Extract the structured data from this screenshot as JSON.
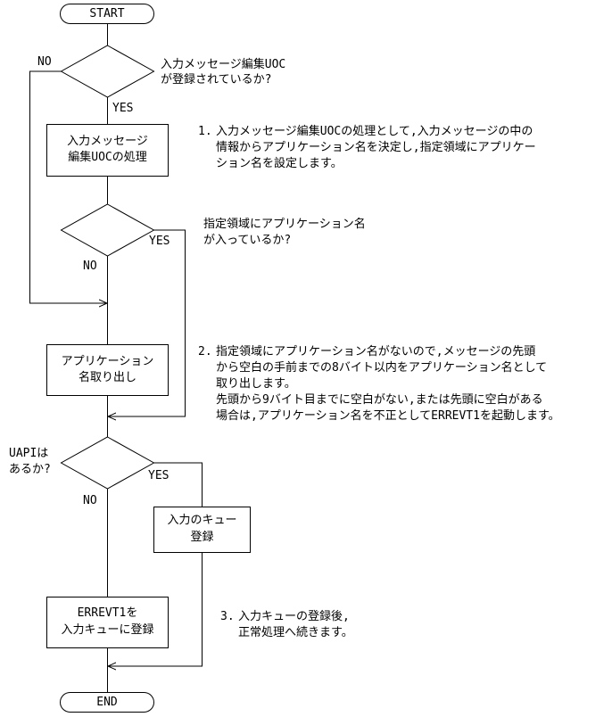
{
  "terminals": {
    "start": "START",
    "end": "END"
  },
  "decisions": {
    "uoc_registered": {
      "question": [
        "入力メッセージ編集UOC",
        "が登録されているか?"
      ],
      "no": "NO",
      "yes": "YES"
    },
    "appname_set": {
      "question": [
        "指定領域にアプリケーション名",
        "が入っているか?"
      ],
      "no": "NO",
      "yes": "YES"
    },
    "uapi_exists": {
      "question": [
        "UAPIは",
        "あるか?"
      ],
      "no": "NO",
      "yes": "YES"
    }
  },
  "processes": {
    "uoc_process": [
      "入力メッセージ",
      "編集UOCの処理"
    ],
    "extract_appname": [
      "アプリケーション",
      "名取り出し"
    ],
    "register_input_queue": [
      "入力のキュー",
      "登録"
    ],
    "register_errevt1": [
      "ERREVT1を",
      "入力キューに登録"
    ]
  },
  "notes": {
    "note1": {
      "number": "1.",
      "lines": [
        "入力メッセージ編集UOCの処理として,入力メッセージの中の",
        "情報からアプリケーション名を決定し,指定領域にアプリケー",
        "ション名を設定します。"
      ]
    },
    "note2": {
      "number": "2.",
      "lines": [
        "指定領域にアプリケーション名がないので,メッセージの先頭",
        "から空白の手前までの8バイト以内をアプリケーション名として",
        "取り出します。",
        "先頭から9バイト目までに空白がない,または先頭に空白がある",
        "場合は,アプリケーション名を不正としてERREVT1を起動します。"
      ]
    },
    "note3": {
      "number": "3.",
      "lines": [
        "入力キューの登録後,",
        "正常処理へ続きます。"
      ]
    }
  }
}
